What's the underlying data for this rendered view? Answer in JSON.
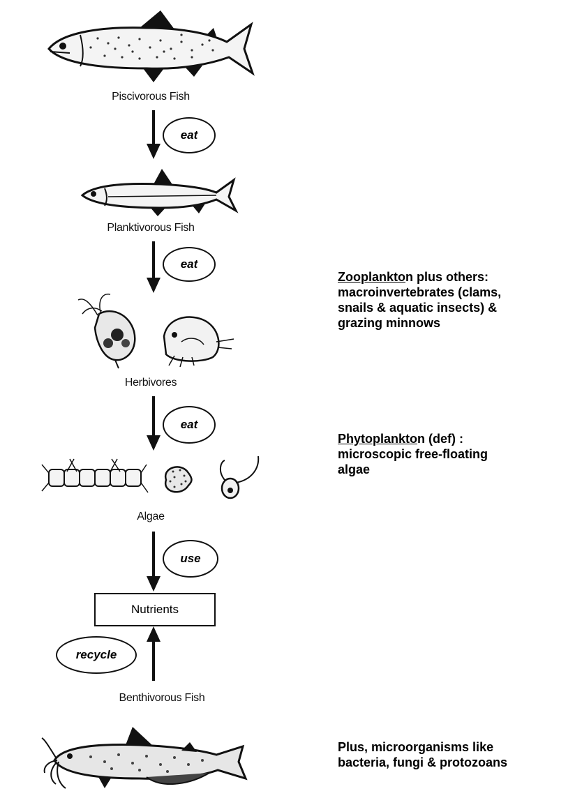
{
  "diagram": {
    "nodes": {
      "piscivorous": {
        "label": "Piscivorous Fish"
      },
      "planktivorous": {
        "label": "Planktivorous Fish"
      },
      "herbivores": {
        "label": "Herbivores"
      },
      "algae": {
        "label": "Algae"
      },
      "nutrients": {
        "label": "Nutrients"
      },
      "benthivorous": {
        "label": "Benthivorous Fish"
      }
    },
    "edges": [
      {
        "from": "Piscivorous Fish",
        "to": "Planktivorous Fish",
        "label": "eat"
      },
      {
        "from": "Planktivorous Fish",
        "to": "Herbivores",
        "label": "eat"
      },
      {
        "from": "Herbivores",
        "to": "Algae",
        "label": "eat"
      },
      {
        "from": "Algae",
        "to": "Nutrients",
        "label": "use"
      },
      {
        "from": "Benthivorous Fish",
        "to": "Nutrients",
        "label": "recycle"
      }
    ]
  },
  "notes": {
    "zooplankton": {
      "term": "Zooplankto",
      "rest": "n plus others:",
      "lines": [
        "macroinvertebrates (clams,",
        "snails & aquatic insects) &",
        "grazing minnows"
      ]
    },
    "phytoplankton": {
      "term": "Phytoplankto",
      "rest": "n (def) :",
      "lines": [
        "microscopic free-floating",
        "algae"
      ]
    },
    "microorganisms": {
      "lines": [
        "Plus, microorganisms like",
        "bacteria, fungi & protozoans"
      ]
    }
  }
}
